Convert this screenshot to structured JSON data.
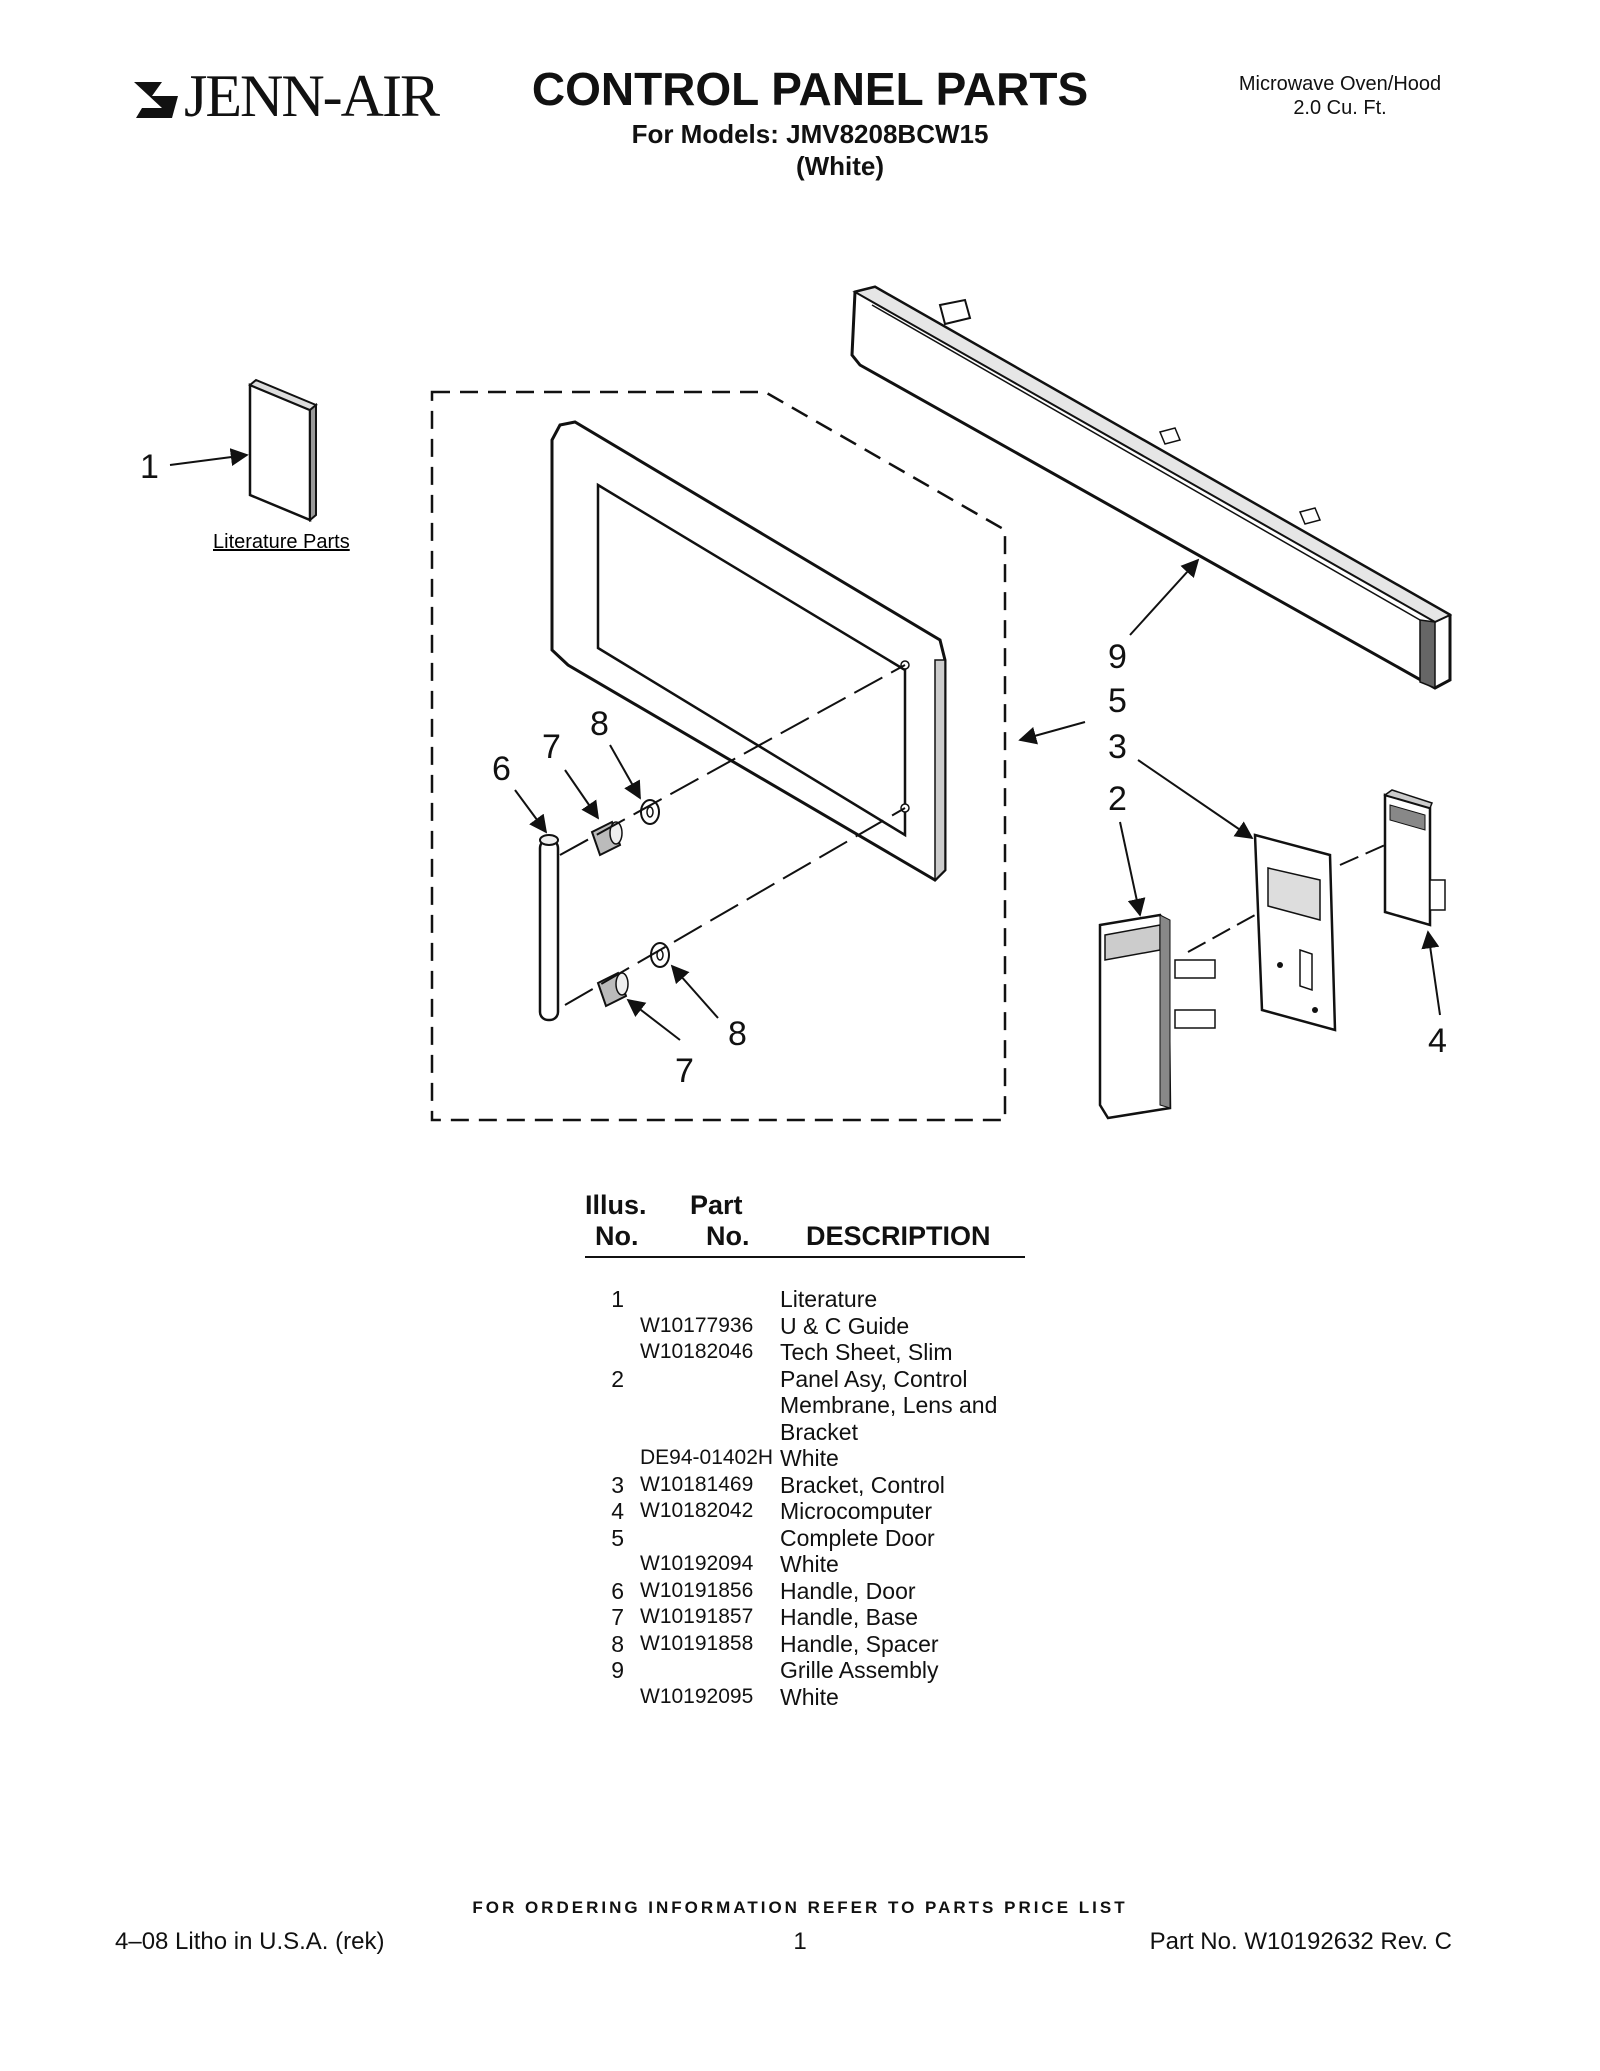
{
  "header": {
    "brand": "JENN-AIR",
    "title": "CONTROL PANEL PARTS",
    "models_line": "For Models: JMV8208BCW15",
    "model_color": "(White)",
    "product_line1": "Microwave Oven/Hood",
    "product_line2": "2.0 Cu. Ft."
  },
  "diagram": {
    "literature_label": "Literature Parts",
    "callouts": [
      "1",
      "9",
      "5",
      "3",
      "2",
      "4",
      "6",
      "7",
      "8",
      "8",
      "7"
    ]
  },
  "table": {
    "headers": {
      "illus_top": "Illus.",
      "illus_bottom": "No.",
      "part_top": "Part",
      "part_bottom": "No.",
      "description": "DESCRIPTION"
    },
    "rows": [
      {
        "num": "1",
        "part": "",
        "desc": "Literature"
      },
      {
        "num": "",
        "part": "W10177936",
        "desc": "U & C Guide"
      },
      {
        "num": "",
        "part": "W10182046",
        "desc": "Tech Sheet, Slim"
      },
      {
        "num": "2",
        "part": "",
        "desc": "Panel Asy, Control"
      },
      {
        "num": "",
        "part": "",
        "desc": "Membrane, Lens and"
      },
      {
        "num": "",
        "part": "",
        "desc": "Bracket"
      },
      {
        "num": "",
        "part": "DE94-01402H",
        "desc": "White"
      },
      {
        "num": "3",
        "part": "W10181469",
        "desc": "Bracket, Control"
      },
      {
        "num": "4",
        "part": "W10182042",
        "desc": "Microcomputer"
      },
      {
        "num": "5",
        "part": "",
        "desc": "Complete Door"
      },
      {
        "num": "",
        "part": "W10192094",
        "desc": "White"
      },
      {
        "num": "6",
        "part": "W10191856",
        "desc": "Handle, Door"
      },
      {
        "num": "7",
        "part": "W10191857",
        "desc": "Handle, Base"
      },
      {
        "num": "8",
        "part": "W10191858",
        "desc": "Handle, Spacer"
      },
      {
        "num": "9",
        "part": "",
        "desc": "Grille Assembly"
      },
      {
        "num": "",
        "part": "W10192095",
        "desc": "White"
      }
    ]
  },
  "footer": {
    "ordering": "FOR ORDERING INFORMATION REFER TO PARTS PRICE LIST",
    "litho": "4–08 Litho in U.S.A. (rek)",
    "page": "1",
    "part_no": "Part No. W10192632 Rev. C"
  }
}
